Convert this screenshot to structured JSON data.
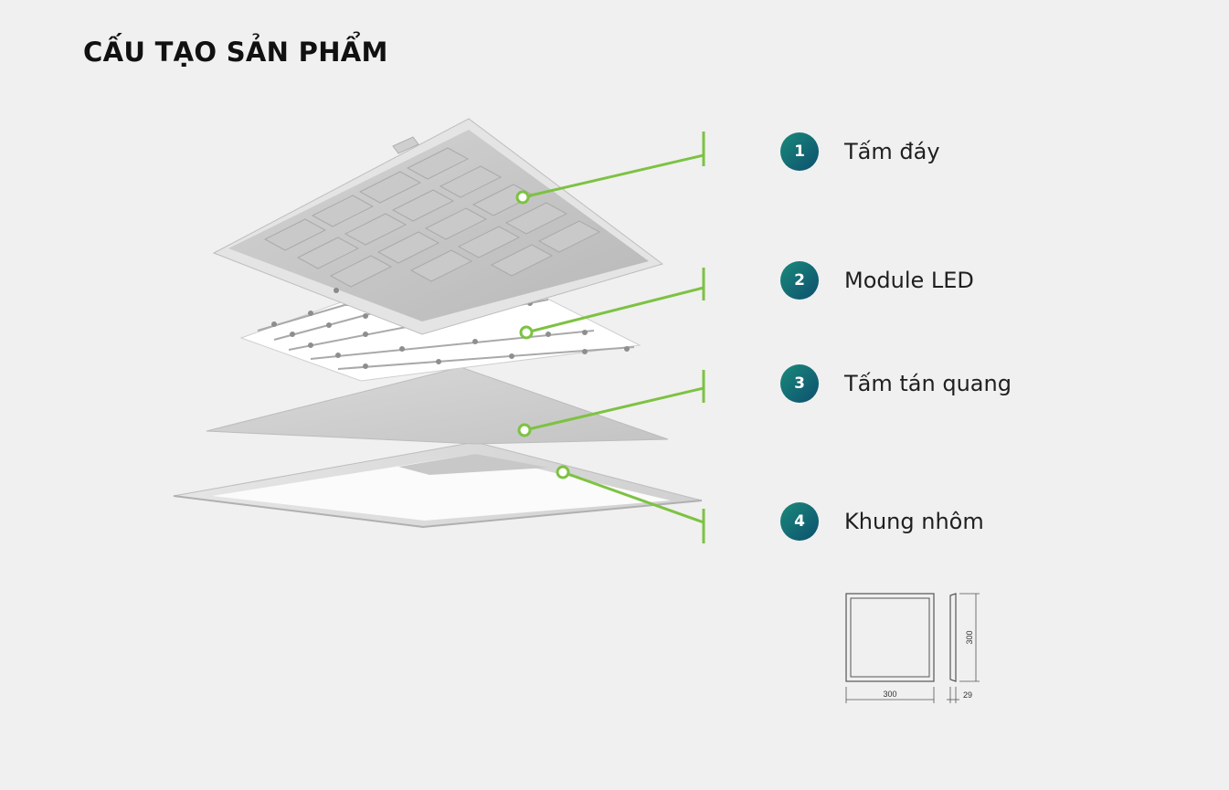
{
  "title": "CẤU TẠO SẢN PHẨM",
  "colors": {
    "background": "#f0f0f0",
    "leader_line": "#7dc242",
    "badge_gradient_start": "#1a8a7a",
    "badge_gradient_end": "#0d4f6e"
  },
  "components": [
    {
      "number": "1",
      "label": "Tấm đáy"
    },
    {
      "number": "2",
      "label": "Module LED"
    },
    {
      "number": "3",
      "label": "Tấm tán quang"
    },
    {
      "number": "4",
      "label": "Khung nhôm"
    }
  ],
  "dimensions": {
    "width": "300",
    "height": "300",
    "depth": "29"
  }
}
